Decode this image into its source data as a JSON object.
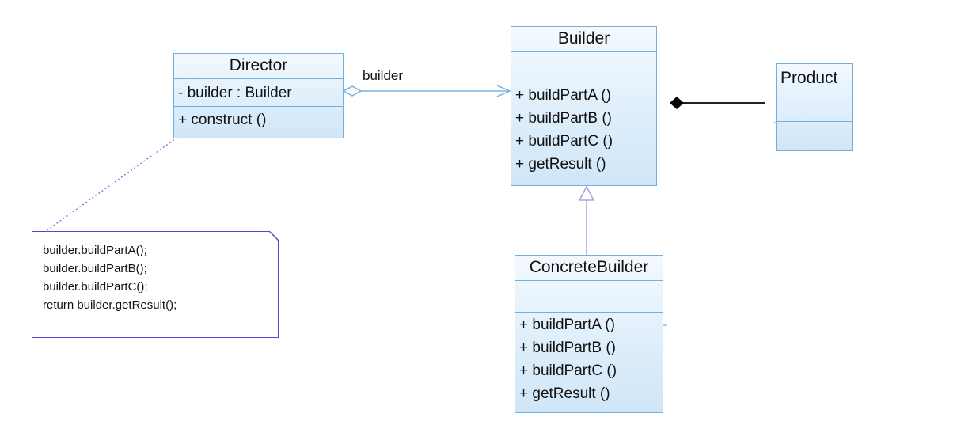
{
  "diagram": {
    "classes": {
      "director": {
        "name": "Director",
        "attributes": [
          "- builder  : Builder"
        ],
        "operations": [
          "+  construct ()"
        ]
      },
      "builder": {
        "name": "Builder",
        "attributes": [],
        "operations": [
          "+ buildPartA ()",
          "+ buildPartB ()",
          "+ buildPartC ()",
          "+ getResult ()"
        ]
      },
      "product": {
        "name": "Product",
        "attributes": [],
        "operations": []
      },
      "concrete_builder": {
        "name": "ConcreteBuilder",
        "attributes": [],
        "operations": [
          "+ buildPartA ()",
          "+ buildPartB ()",
          "+ buildPartC ()",
          "+ getResult ()"
        ]
      }
    },
    "note": {
      "lines": [
        "builder.buildPartA();",
        "builder.buildPartB();",
        "builder.buildPartC();",
        "return builder.getResult();"
      ]
    },
    "associations": {
      "director_builder": {
        "label": "builder",
        "kind": "aggregation"
      },
      "builder_product": {
        "kind": "composition"
      },
      "concrete_builder_builder": {
        "kind": "generalization"
      },
      "note_director": {
        "kind": "note-anchor"
      }
    },
    "colors": {
      "class_border": "#6fb0de",
      "class_fill_top": "#f3f9fe",
      "class_fill_bottom": "#cfe6f8",
      "note_border": "#4a4ad8",
      "association_line": "#7fb4e0",
      "generalization_line": "#a9a4e6",
      "composition_line": "#000000"
    }
  }
}
